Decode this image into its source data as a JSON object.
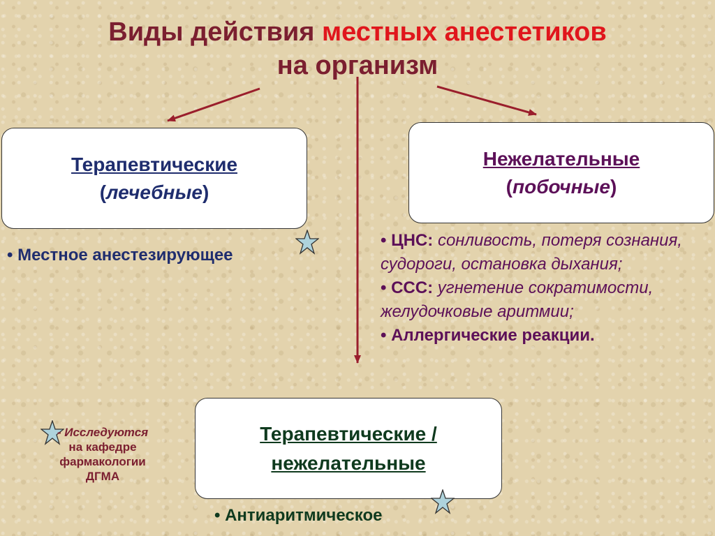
{
  "title": {
    "line1_part1": "Виды действия ",
    "line1_part2": "местных анестетиков",
    "line2": "на организм"
  },
  "colors": {
    "title": "#7b1f30",
    "title_accent": "#e0161c",
    "therapeutic": "#1f2d6e",
    "undesired": "#5c1058",
    "combined": "#0f3a1e",
    "arrow": "#9a1e2c",
    "star_fill": "#aed3dc"
  },
  "therapeutic": {
    "heading": "Терапевтические",
    "sub_open": "(",
    "sub_italic": "лечебные",
    "sub_close": ")",
    "bullet": "• Местное анестезирующее"
  },
  "undesired": {
    "heading": "Нежелательные",
    "sub_open": "(",
    "sub_italic": "побочные",
    "sub_close": ")",
    "effects": [
      {
        "label": "• ЦНС: ",
        "text": "сонливость, потеря сознания, судороги, остановка дыхания;"
      },
      {
        "label": "• ССС: ",
        "text": "угнетение сократимости, желудочковые аритмии;"
      },
      {
        "label": "",
        "text": "• Аллергические реакции."
      }
    ]
  },
  "combined": {
    "line1": "Терапевтические /",
    "line2": "нежелательные",
    "bullet": "• Антиаритмическое"
  },
  "note": {
    "line1": "- Исследуются",
    "line2": "на кафедре",
    "line3": "фармакологии",
    "line4": "ДГМА"
  }
}
